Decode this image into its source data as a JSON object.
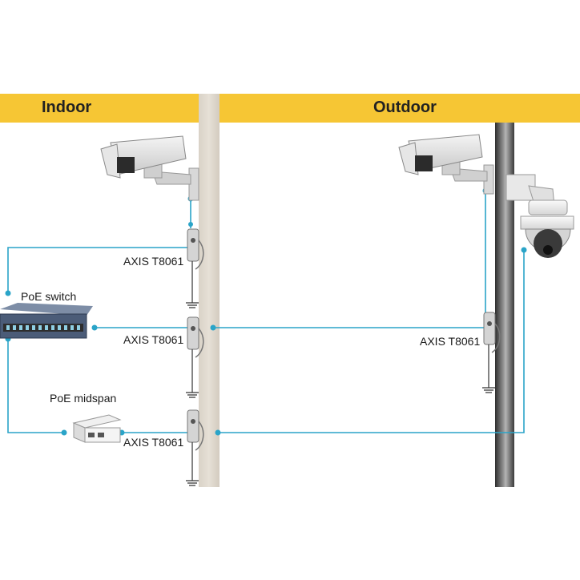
{
  "header": {
    "indoor": "Indoor",
    "outdoor": "Outdoor"
  },
  "labels": {
    "switch": "PoE switch",
    "midspan": "PoE midspan",
    "adapter_1": "AXIS T8061",
    "adapter_2": "AXIS T8061",
    "adapter_3": "AXIS T8061",
    "adapter_4": "AXIS T8061"
  },
  "colors": {
    "band": "#f6c634",
    "cable": "#2aa4c8"
  }
}
